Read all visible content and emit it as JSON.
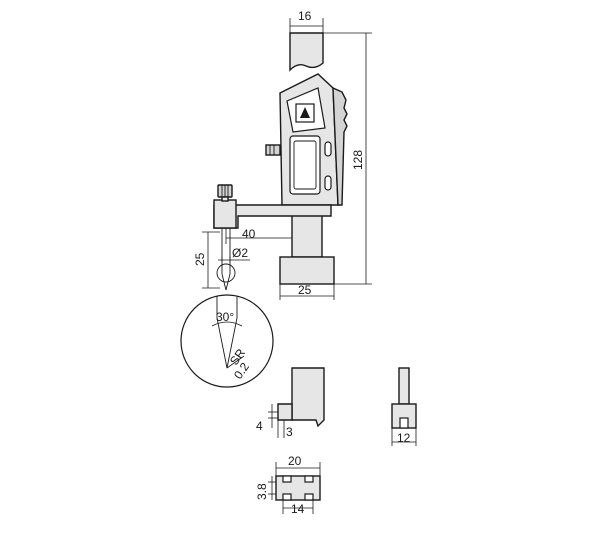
{
  "drawing": {
    "dimensions": {
      "body_width": "16",
      "overall_height": "128",
      "base_width": "25",
      "arm_reach": "40",
      "tip_length": "25",
      "tip_diameter": "Ø2",
      "tip_angle": "30°",
      "tip_radius_sr": "SR",
      "tip_radius_value": "0.2",
      "jaw_height": "4",
      "jaw_depth": "3",
      "side_width": "12",
      "base_length": "20",
      "base_depth": "3.8",
      "base_inner": "14"
    }
  }
}
